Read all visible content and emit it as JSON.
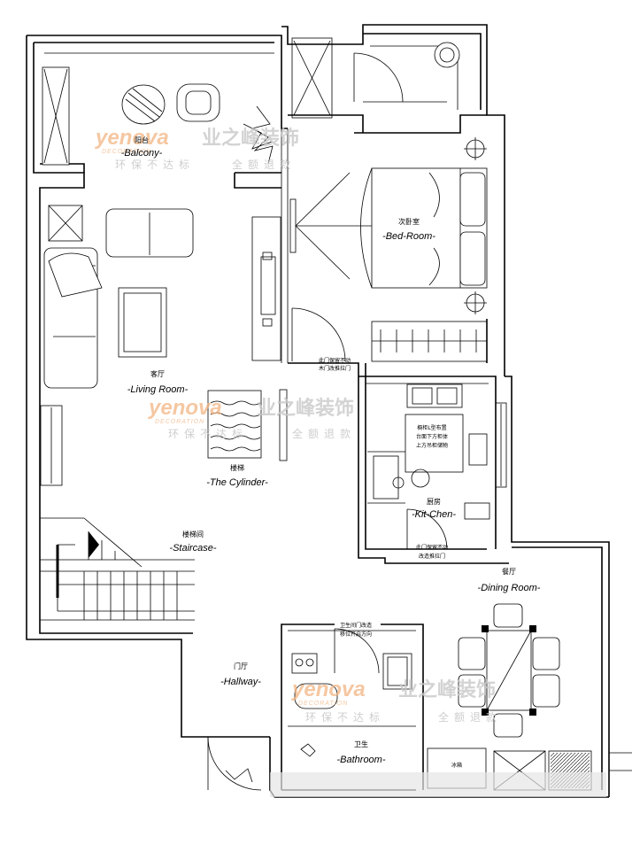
{
  "rooms": {
    "balcony": {
      "cn": "阳台",
      "en": "-Balcony-"
    },
    "bedroom": {
      "cn": "次卧室",
      "en": "-Bed-Room-"
    },
    "living": {
      "cn": "客厅",
      "en": "-Living Room-"
    },
    "cylinder": {
      "cn": "楼梯",
      "en": "-The Cylinder-"
    },
    "staircase": {
      "cn": "楼梯间",
      "en": "-Staircase-"
    },
    "kitchen": {
      "cn": "厨房",
      "en": "-Kit-Chen-"
    },
    "dining": {
      "cn": "餐厅",
      "en": "-Dining Room-"
    },
    "hallway": {
      "cn": "门厅",
      "en": "-Hallway-"
    },
    "bathroom": {
      "cn": "卫生",
      "en": "-Bathroom-"
    }
  },
  "fixtures": {
    "fridge": "冰箱"
  },
  "notes": {
    "bedroom_door": [
      "此门保留不动",
      "木门改推拉门"
    ],
    "kitchen_counter": [
      "橱柜L型布置",
      "台面下方柜体",
      "上方吊柜储物"
    ],
    "kitchen_door": [
      "此门保留不动",
      "改造推拉门"
    ],
    "bath_door": [
      "卫生间门改造",
      "移位开启方向"
    ]
  },
  "watermark": {
    "brand": "yenova",
    "brand_sub": "DECORATION",
    "company": "业之峰装饰",
    "slogan_left": "环保不达标",
    "slogan_right": "全额退款"
  },
  "colors": {
    "ink": "#000000",
    "paper": "#ffffff",
    "watermark_orange": "#f2b582",
    "watermark_grey": "#c9c9c9"
  }
}
